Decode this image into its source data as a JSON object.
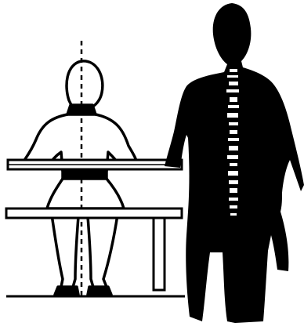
{
  "colors": {
    "background": "#ffffff",
    "ink": "#000000",
    "spine_marks": "#ffffff"
  },
  "figures": {
    "left": {
      "name": "seated-figure-outline",
      "view": "back"
    },
    "right": {
      "name": "standing-figure-silhouette",
      "view": "back",
      "shows_spine": true
    }
  },
  "furniture": [
    "desk-bar",
    "bench-seat"
  ]
}
